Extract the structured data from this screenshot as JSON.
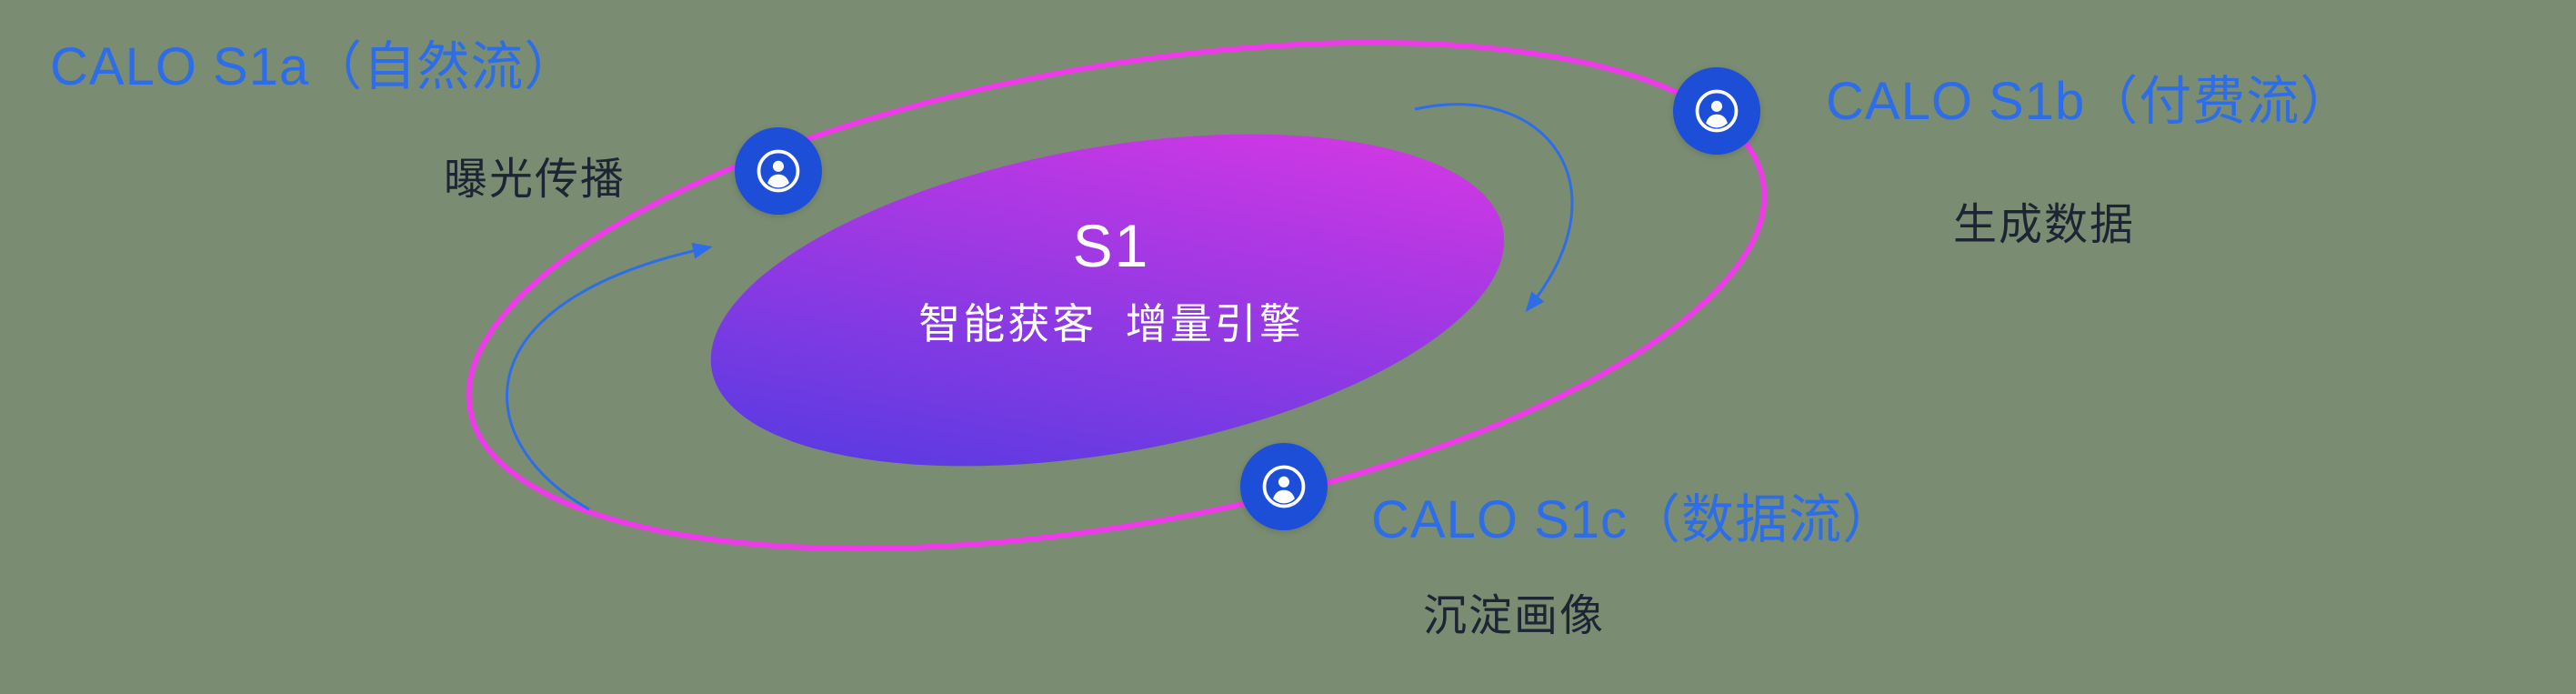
{
  "diagram": {
    "center": {
      "title": "S1",
      "subtitle": "智能获客  增量引擎"
    },
    "nodes": [
      {
        "id": "s1a",
        "title": "CALO S1a（自然流）",
        "subtitle": "曝光传播",
        "icon": "user-circle-icon"
      },
      {
        "id": "s1b",
        "title": "CALO S1b（付费流）",
        "subtitle": "生成数据",
        "icon": "user-circle-icon"
      },
      {
        "id": "s1c",
        "title": "CALO S1c（数据流）",
        "subtitle": "沉淀画像",
        "icon": "user-circle-icon"
      }
    ],
    "colors": {
      "background": "#7a8d72",
      "orbit_stroke": "#ee3ae8",
      "node_fill": "#1c4ed8",
      "label_blue": "#2e6de8",
      "label_dark": "#1d2433",
      "gradient_start": "#473be2",
      "gradient_end": "#e437e4",
      "arrow": "#2e6de8"
    }
  }
}
